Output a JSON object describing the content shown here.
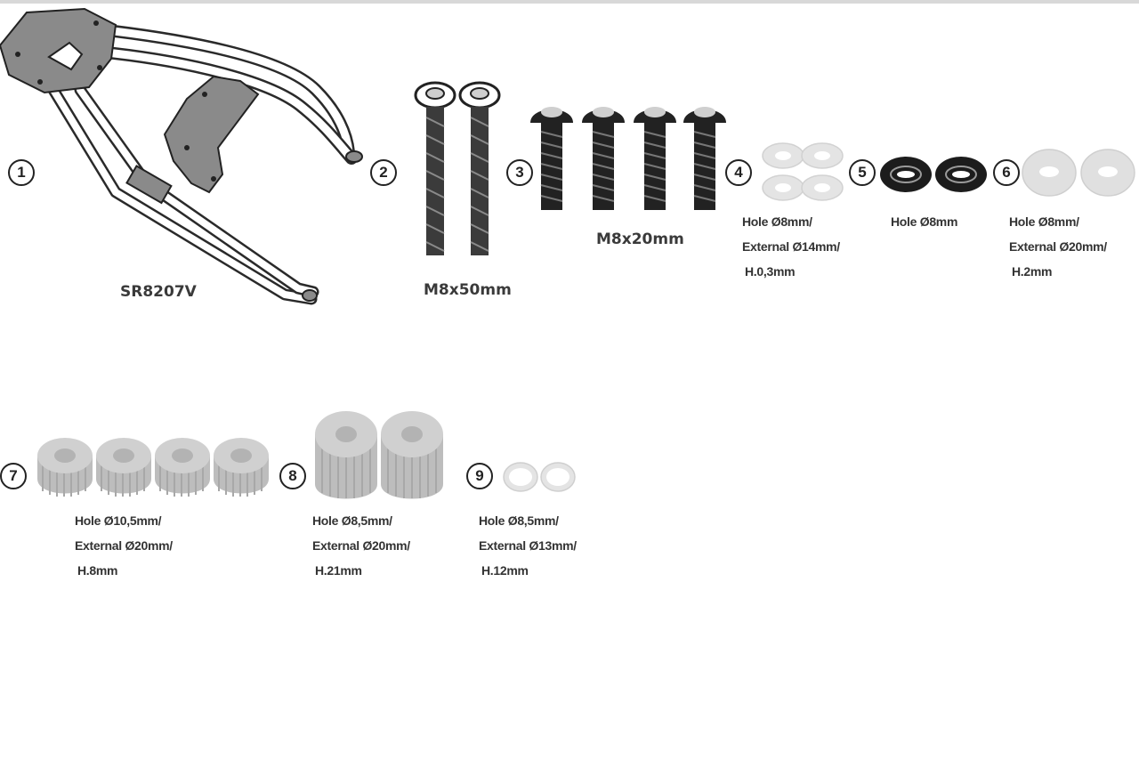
{
  "parts": [
    {
      "number": "1",
      "label": "SR8207V",
      "name": "rack",
      "icon": "rack-frame-icon"
    },
    {
      "number": "2",
      "label": "M8x50mm",
      "name": "long-bolt",
      "icon": "long-bolt-icon"
    },
    {
      "number": "3",
      "label": "M8x20mm",
      "name": "short-bolt",
      "icon": "short-bolt-icon"
    },
    {
      "number": "4",
      "spec": [
        "Hole Ø8mm/",
        "External Ø14mm/",
        "H.0,3mm"
      ],
      "name": "thin-washer",
      "icon": "thin-washer-icon"
    },
    {
      "number": "5",
      "spec": [
        "Hole Ø8mm"
      ],
      "name": "lock-washer",
      "icon": "lock-washer-icon"
    },
    {
      "number": "6",
      "spec": [
        "Hole Ø8mm/",
        "External Ø20mm/",
        "H.2mm"
      ],
      "name": "flat-washer",
      "icon": "flat-washer-icon"
    },
    {
      "number": "7",
      "spec": [
        "Hole Ø10,5mm/",
        "External Ø20mm/",
        "H.8mm"
      ],
      "name": "spacer-short",
      "icon": "spacer-icon"
    },
    {
      "number": "8",
      "spec": [
        "Hole Ø8,5mm/",
        "External Ø20mm/",
        "H.21mm"
      ],
      "name": "spacer-tall",
      "icon": "tall-spacer-icon"
    },
    {
      "number": "9",
      "spec": [
        "Hole Ø8,5mm/",
        "External Ø13mm/",
        "H.12mm"
      ],
      "name": "small-washer",
      "icon": "small-washer-icon"
    }
  ],
  "colors": {
    "ink": "#222222",
    "rack": "#8a8a8a",
    "bolt": "#3b3b3b",
    "washer_light": "#e2e2e2",
    "washer_dark": "#1c1c1c",
    "spacer": "#c4c4c4"
  }
}
